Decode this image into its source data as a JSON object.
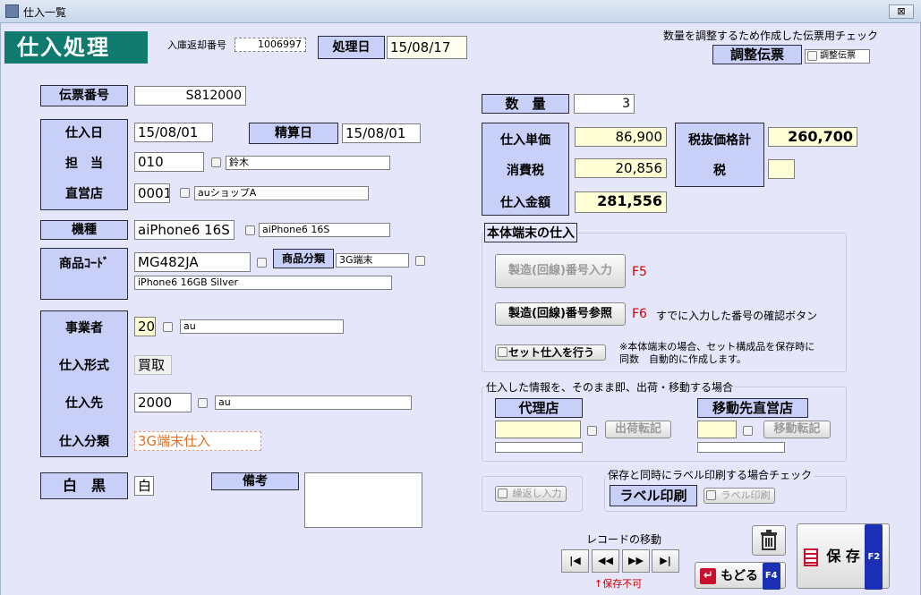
{
  "window": {
    "title": "仕入一覧",
    "close_glyph": "⊠"
  },
  "header": {
    "banner": "仕入処理",
    "return_no_label": "入庫返却番号",
    "return_no_value": "1006997",
    "process_date_label": "処理日",
    "process_date_value": "15/08/17",
    "adjust_note": "数量を調整するため作成した伝票用チェック",
    "adjust_label": "調整伝票",
    "adjust_check_label": "調整伝票"
  },
  "left": {
    "slip_no_label": "伝票番号",
    "slip_no_value": "S812000",
    "purchase_date_label": "仕入日",
    "purchase_date_value": "15/08/01",
    "settle_date_label": "精算日",
    "settle_date_value": "15/08/01",
    "staff_label": "担　当",
    "staff_code": "010",
    "staff_name": "鈴木",
    "store_label": "直営店",
    "store_code": "0001",
    "store_name": "auショップA",
    "model_label": "機種",
    "model_value": "aiPhone6 16S",
    "model_name": "aiPhone6 16S",
    "product_code_label": "商品ｺｰﾄﾞ",
    "product_code_value": "MG482JA",
    "category_label": "商品分類",
    "category_value": "3G端末",
    "product_desc": "iPhone6 16GB Silver",
    "business_label": "事業者",
    "business_code": "20",
    "business_name": "au",
    "purchase_type_label": "仕入形式",
    "purchase_type_value": "買取",
    "supplier_label": "仕入先",
    "supplier_code": "2000",
    "supplier_name": "au",
    "purchase_class_label": "仕入分類",
    "purchase_class_value": "3G端末仕入",
    "color_label": "白　黒",
    "color_value": "白",
    "memo_label": "備考",
    "memo_value": ""
  },
  "right": {
    "qty_label": "数　量",
    "qty_value": "3",
    "unit_price_label": "仕入単価",
    "unit_price_value": "86,900",
    "tax_label": "消費税",
    "tax_value": "20,856",
    "amount_label": "仕入金額",
    "amount_value": "281,556",
    "net_total_label": "税抜価格計",
    "net_total_value": "260,700",
    "tax2_label": "税",
    "tax2_value": "",
    "device_group_title": "本体端末の仕入",
    "serial_input_btn": "製造(回線)番号入力",
    "serial_input_key": "F5",
    "serial_ref_btn": "製造(回線)番号参照",
    "serial_ref_key": "F6",
    "serial_ref_note": "すでに入力した番号の確認ボタン",
    "set_purchase_label": "セット仕入を行う",
    "set_note_1": "※本体端末の場合、セット構成品を保存時に",
    "set_note_2": "同数　自動的に作成します。",
    "transfer_note": "仕入した情報を、そのまま即、出荷・移動する場合",
    "agency_label": "代理店",
    "ship_btn": "出荷転記",
    "dest_store_label": "移動先直営店",
    "move_btn": "移動転記",
    "repeat_label": "繰返し入力",
    "label_print_note": "保存と同時にラベル印刷する場合チェック",
    "label_print_label": "ラベル印刷",
    "label_print_check": "ラベル印刷"
  },
  "footer": {
    "record_nav_label": "レコードの移動",
    "nav_first": "|◀",
    "nav_prev": "◀◀",
    "nav_next": "▶▶",
    "nav_last": "▶|",
    "save_disabled_note": "↑保存不可",
    "back_label": "もどる",
    "back_key": "F4",
    "save_label": "保 存",
    "save_key": "F2"
  },
  "icons": {
    "trash": "trash-icon",
    "back": "back-arrow-icon",
    "save": "document-icon"
  },
  "colors": {
    "banner": "#117a6e",
    "label_bg": "#c8d0f8",
    "client_bg": "#e6e6fa",
    "key_bg": "#1a2fb3",
    "accent_red": "#cc0000"
  }
}
